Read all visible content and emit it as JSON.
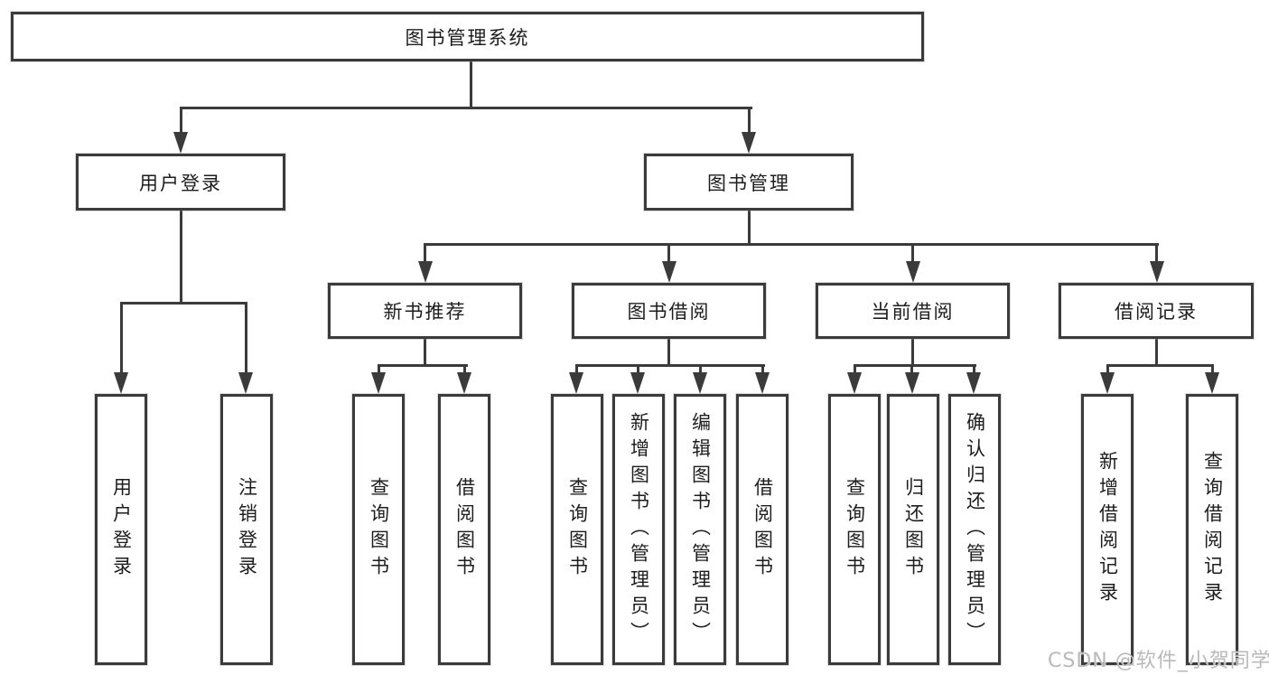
{
  "diagram": {
    "title": "图书管理系统",
    "root": {
      "label": "图书管理系统"
    },
    "branches": [
      {
        "label": "用户登录",
        "children": [
          {
            "label": "用户登录"
          },
          {
            "label": "注销登录"
          }
        ]
      },
      {
        "label": "图书管理",
        "children": [
          {
            "label": "新书推荐",
            "children": [
              {
                "label": "查询图书"
              },
              {
                "label": "借阅图书"
              }
            ]
          },
          {
            "label": "图书借阅",
            "children": [
              {
                "label": "查询图书"
              },
              {
                "label": "新增图书（管理员）"
              },
              {
                "label": "编辑图书（管理员）"
              },
              {
                "label": "借阅图书"
              }
            ]
          },
          {
            "label": "当前借阅",
            "children": [
              {
                "label": "查询图书"
              },
              {
                "label": "归还图书"
              },
              {
                "label": "确认归还（管理员）"
              }
            ]
          },
          {
            "label": "借阅记录",
            "children": [
              {
                "label": "新增借阅记录"
              },
              {
                "label": "查询借阅记录"
              }
            ]
          }
        ]
      }
    ]
  },
  "watermark": {
    "text": "CSDN @软件_小贺同学"
  },
  "colors": {
    "line": "#3b3b3b",
    "text": "#1d1d1d",
    "watermark": "#b9b9b9",
    "background": "#ffffff"
  }
}
